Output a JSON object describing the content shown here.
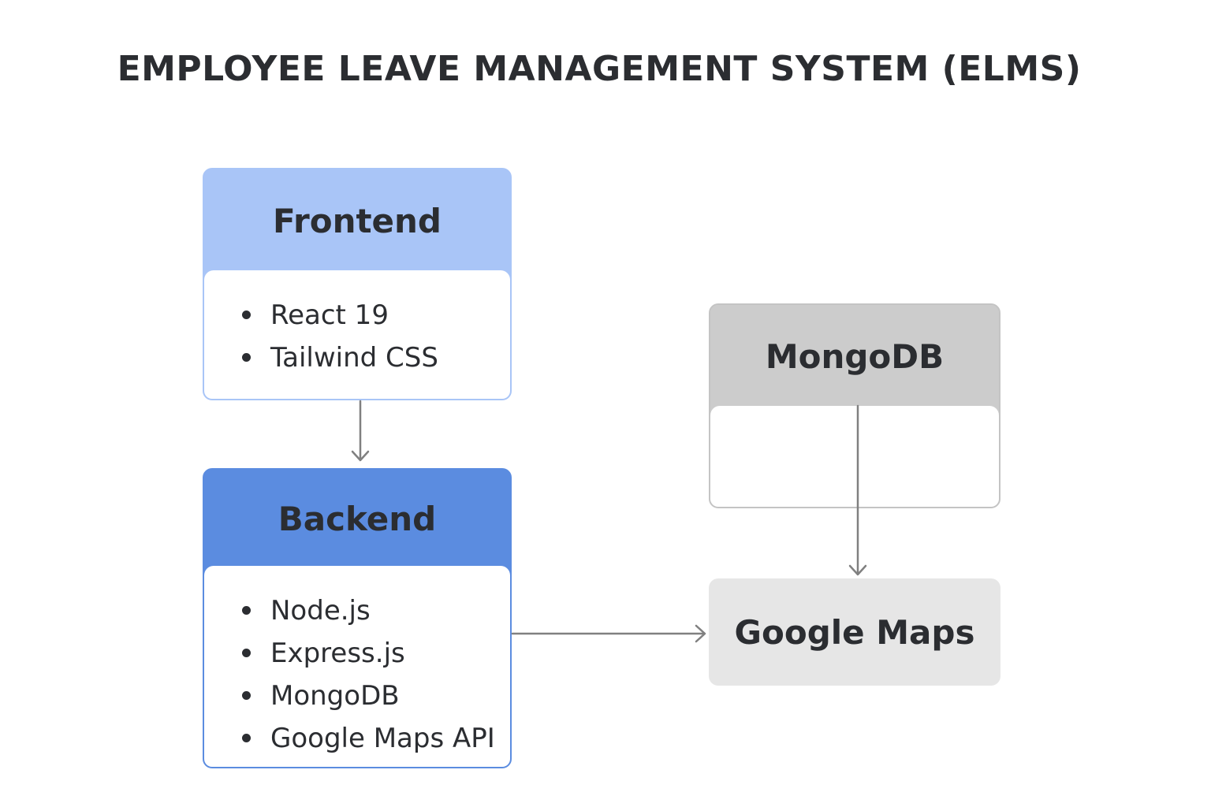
{
  "title": "EMPLOYEE LEAVE MANAGEMENT SYSTEM (ELMS)",
  "nodes": {
    "frontend": {
      "label": "Frontend",
      "items": [
        "React 19",
        "Tailwind CSS"
      ],
      "color": "#a9c5f7"
    },
    "backend": {
      "label": "Backend",
      "items": [
        "Node.js",
        "Express.js",
        "MongoDB",
        "Google Maps API"
      ],
      "color": "#5b8ce0"
    },
    "mongodb": {
      "label": "MongoDB",
      "items": [],
      "color": "#cccccc"
    },
    "maps": {
      "label": "Google Maps",
      "color": "#e6e6e6"
    }
  },
  "edges": [
    {
      "from": "frontend",
      "to": "backend"
    },
    {
      "from": "mongodb",
      "to": "maps"
    },
    {
      "from": "backend",
      "to": "maps"
    }
  ],
  "colors": {
    "text": "#2b2d31",
    "arrow": "#808080"
  }
}
